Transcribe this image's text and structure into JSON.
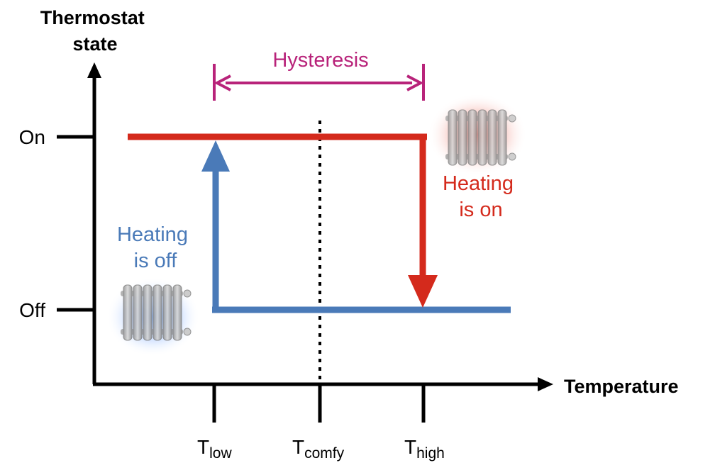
{
  "y_axis": {
    "label_line1": "Thermostat",
    "label_line2": "state"
  },
  "x_axis": {
    "label": "Temperature"
  },
  "states": {
    "on": "On",
    "off": "Off"
  },
  "temps": {
    "low": {
      "main": "T",
      "sub": "low"
    },
    "comfy": {
      "main": "T",
      "sub": "comfy"
    },
    "high": {
      "main": "T",
      "sub": "high"
    }
  },
  "hysteresis": {
    "label": "Hysteresis"
  },
  "notes": {
    "heating_on": {
      "line1": "Heating",
      "line2": "is on"
    },
    "heating_off": {
      "line1": "Heating",
      "line2": "is off"
    }
  },
  "icons": {
    "radiator": "radiator-icon"
  },
  "colors": {
    "on_path": "#d42a1c",
    "off_path": "#4a7ab8",
    "hysteresis": "#b8237a",
    "axis": "#000000"
  }
}
